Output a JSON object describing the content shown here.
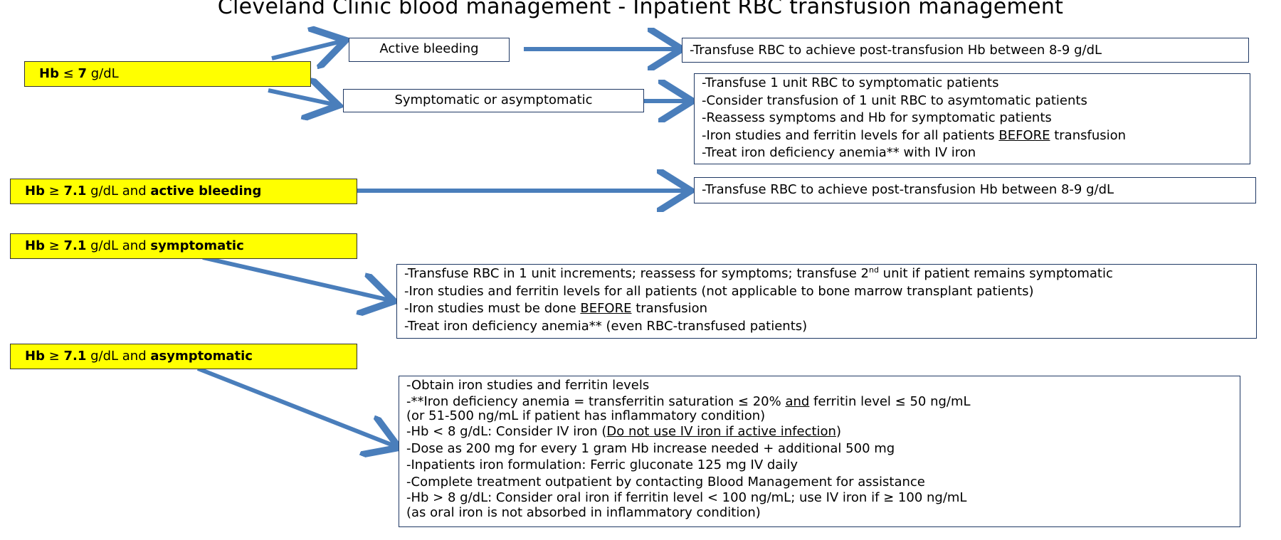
{
  "title": "Cleveland Clinic blood management - Inpatient RBC transfusion management",
  "conditions": {
    "c1": {
      "p1": "Hb",
      "p2": " ≤ ",
      "p3": "7",
      "p4": " g/dL",
      "p5": ""
    },
    "c2": {
      "p1": "Hb",
      "p2": " ≥ ",
      "p3": "7.1",
      "p4": " g/dL and ",
      "p5": "active bleeding"
    },
    "c3": {
      "p1": "Hb",
      "p2": " ≥ ",
      "p3": "7.1",
      "p4": " g/dL and ",
      "p5": "symptomatic"
    },
    "c4": {
      "p1": "Hb",
      "p2": " ≥ ",
      "p3": "7.1",
      "p4": " g/dL and ",
      "p5": "asymptomatic"
    }
  },
  "mid": {
    "active": "Active bleeding",
    "symptomatic": "Symptomatic or asymptomatic"
  },
  "actions": {
    "a1": "-Transfuse RBC to achieve post-transfusion Hb between 8-9 g/dL",
    "a2": [
      "-Transfuse 1 unit RBC to symptomatic patients",
      "-Consider transfusion of 1 unit RBC to asymtomatic patients",
      "-Reassess symptoms and Hb for symptomatic patients"
    ],
    "a2_line4": {
      "pre": "-Iron studies and ferritin levels for all patients ",
      "u": "BEFORE",
      "post": " transfusion"
    },
    "a2_line5": "-Treat iron deficiency anemia** with IV iron",
    "a3": "-Transfuse RBC to achieve post-transfusion Hb between 8-9 g/dL",
    "a4_line1": {
      "pre": "-Transfuse RBC in 1 unit increments; reassess for symptoms; transfuse 2",
      "sup": "nd",
      "post": " unit if patient remains symptomatic"
    },
    "a4_line2": "-Iron studies and ferritin levels for all patients (not applicable to bone marrow transplant patients)",
    "a4_line3": {
      "pre": "-Iron studies must be done ",
      "u": "BEFORE",
      "post": " transfusion"
    },
    "a4_line4": "-Treat iron deficiency anemia** (even RBC-transfused patients)",
    "a5_line1": "-Obtain iron studies and ferritin levels",
    "a5_line2": {
      "pre": "-**Iron deficiency anemia = transferritin saturation ≤ 20% ",
      "u": "and",
      "post": " ferritin level ≤ 50 ng/mL"
    },
    "a5_line2b": " (or 51-500 ng/mL if patient has inflammatory condition)",
    "a5_line3": {
      "pre": "-Hb < 8 g/dL: Consider IV iron (",
      "u": "Do not use IV iron if active infection",
      "post": ")"
    },
    "a5_line4": "-Dose as 200 mg for every 1 gram Hb increase needed + additional 500 mg",
    "a5_line5": "-Inpatients iron formulation: Ferric gluconate 125 mg IV daily",
    "a5_line6": "-Complete treatment outpatient by contacting Blood Management for assistance",
    "a5_line7": "-Hb > 8 g/dL: Consider oral iron if ferritin level < 100 ng/mL; use IV iron if ≥ 100 ng/mL",
    "a5_line7b": " (as oral iron is not absorbed in inflammatory condition)"
  },
  "colors": {
    "arrow": "#4a7ebb",
    "highlight": "#ffff00",
    "border": "#1f3864"
  }
}
